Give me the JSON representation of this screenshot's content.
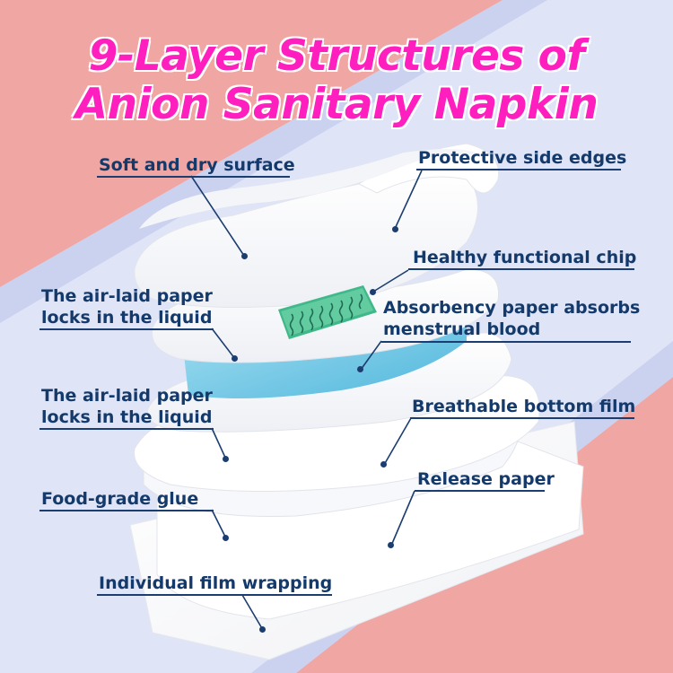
{
  "title": {
    "line1": "9-Layer Structures of",
    "line2": "Anion Sanitary Napkin"
  },
  "labels": {
    "soft_dry_surface": "Soft and dry surface",
    "protective_side_edges": "Protective side edges",
    "healthy_chip": "Healthy functional chip",
    "airlaid_upper_1": "The air-laid paper",
    "airlaid_upper_2": "locks in the liquid",
    "absorbency_1": "Absorbency paper absorbs",
    "absorbency_2": "menstrual blood",
    "airlaid_lower_1": "The air-laid paper",
    "airlaid_lower_2": "locks in the liquid",
    "breathable_film": "Breathable bottom film",
    "food_glue": "Food-grade glue",
    "release_paper": "Release paper",
    "film_wrapping": "Individual film wrapping"
  },
  "colors": {
    "title": "#ff1fbf",
    "label_text": "#14396b",
    "leader": "#1b3d70",
    "bg_light": "#dfe4f6",
    "bg_pink": "#f0a6a2",
    "chip_green": "#3fb88a",
    "absorbent_blue": "#6cc4e3"
  }
}
